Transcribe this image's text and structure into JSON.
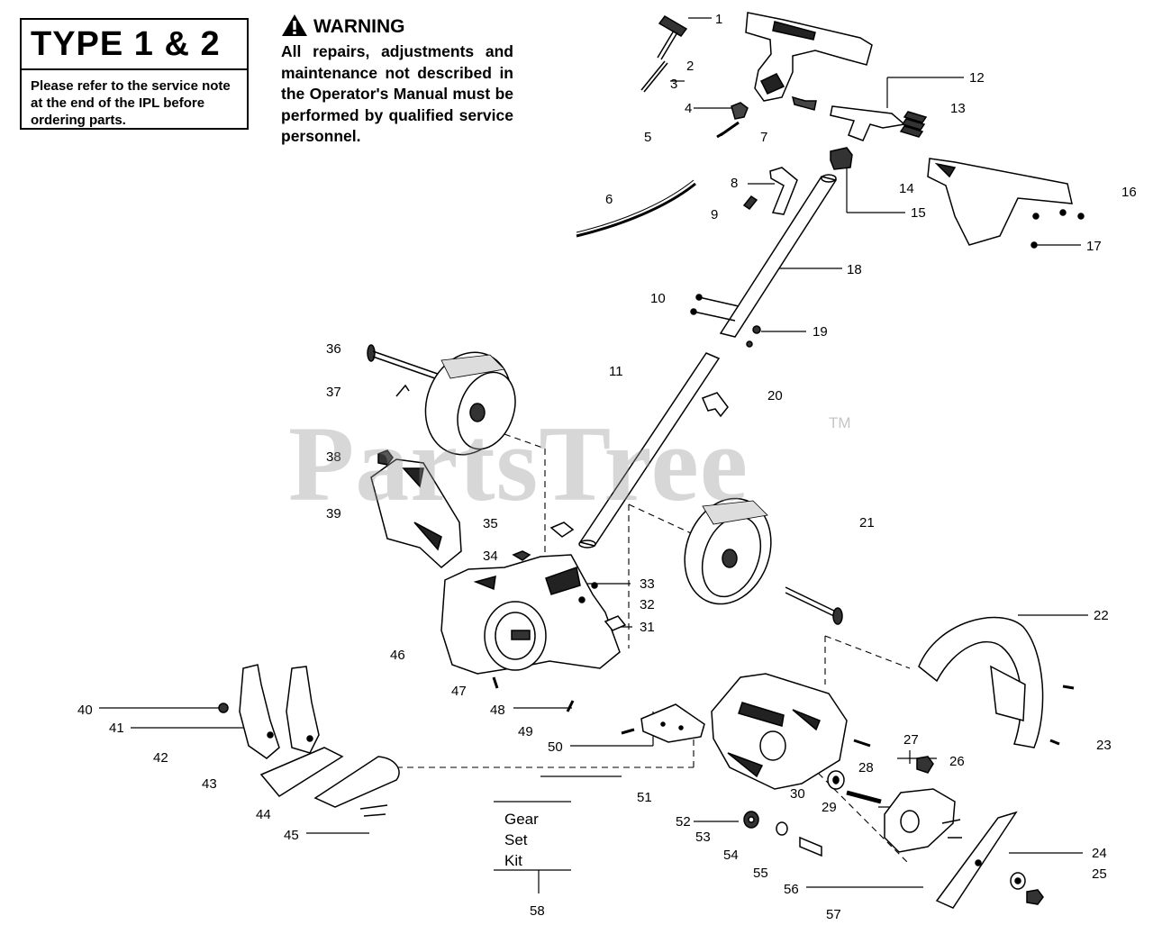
{
  "type_box": {
    "title": "TYPE 1 & 2",
    "note": "Please refer to the service note at the end of the IPL before ordering parts."
  },
  "warning": {
    "heading": "WARNING",
    "body": "All repairs, adjustments and maintenance not described in the Operator's Manual must be performed by qualified service personnel."
  },
  "watermark": {
    "text": "PartsTree",
    "tm": "TM"
  },
  "kit_label": {
    "line1": "Gear",
    "line2": "Set",
    "line3": "Kit"
  },
  "callouts": [
    "1",
    "2",
    "3",
    "4",
    "5",
    "6",
    "7",
    "8",
    "9",
    "10",
    "11",
    "12",
    "13",
    "14",
    "15",
    "16",
    "17",
    "18",
    "19",
    "20",
    "21",
    "22",
    "23",
    "24",
    "25",
    "26",
    "27",
    "28",
    "29",
    "30",
    "31",
    "32",
    "33",
    "34",
    "35",
    "36",
    "37",
    "38",
    "39",
    "40",
    "41",
    "42",
    "43",
    "44",
    "45",
    "46",
    "47",
    "48",
    "49",
    "50",
    "51",
    "52",
    "53",
    "54",
    "55",
    "56",
    "57",
    "58"
  ]
}
